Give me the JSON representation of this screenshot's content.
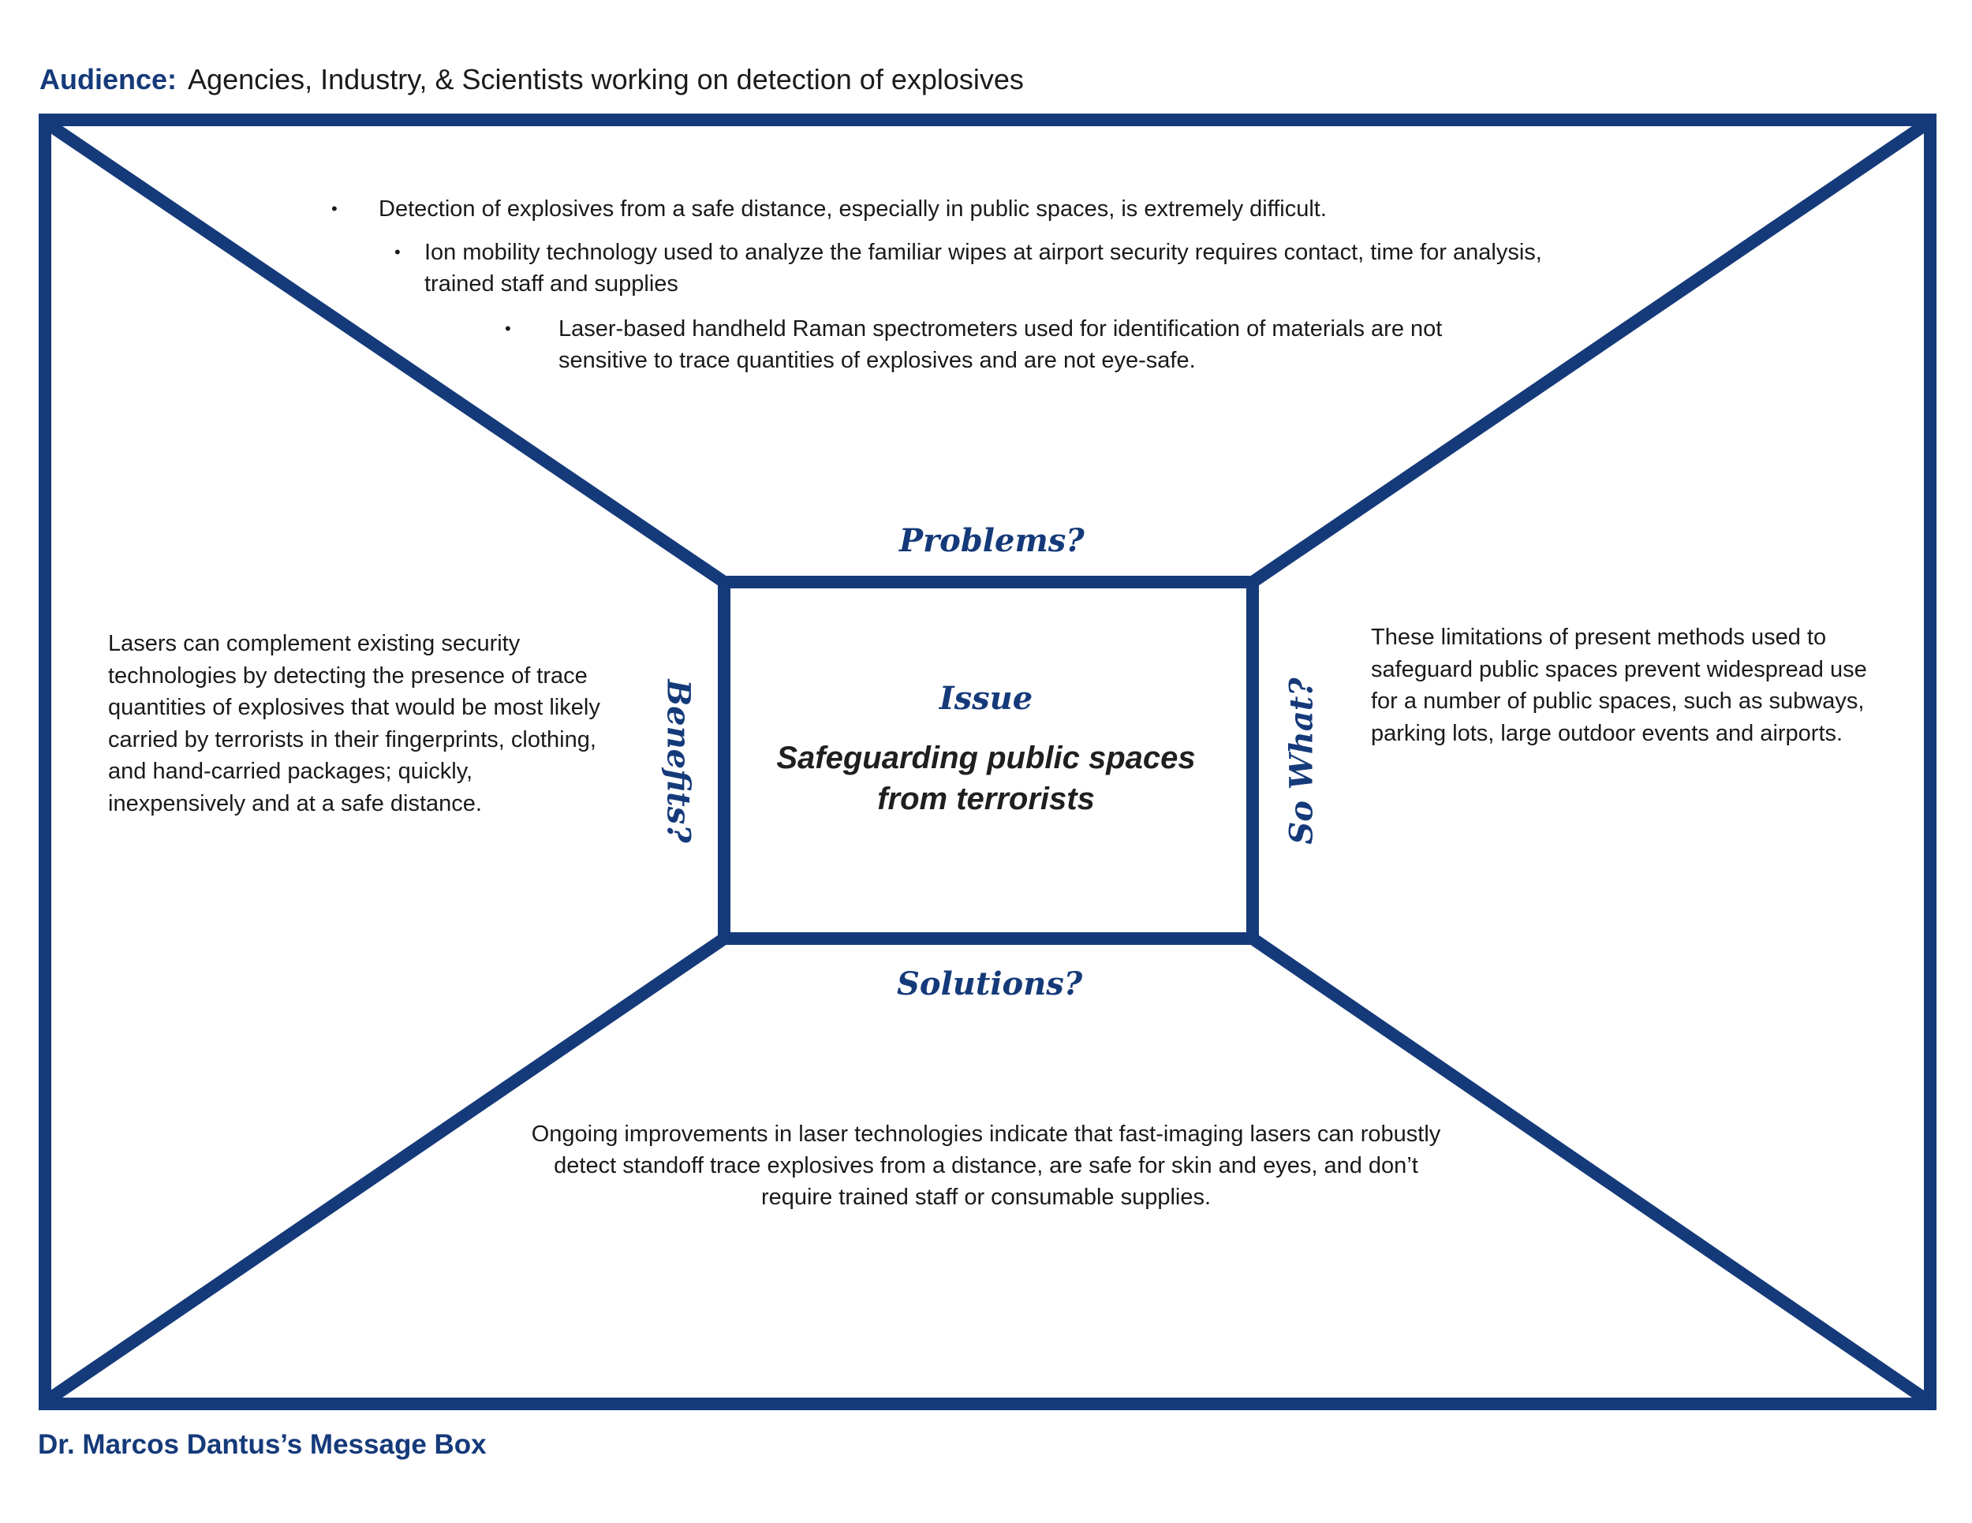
{
  "audience": {
    "label": "Audience:",
    "text": "Agencies, Industry, & Scientists working on detection of explosives"
  },
  "problems": {
    "heading": "Problems?",
    "bullets": [
      "Detection of explosives from a safe distance, especially in public spaces, is extremely difficult.",
      "Ion mobility technology used to analyze the familiar wipes at airport security requires contact, time for analysis, trained staff and supplies",
      "Laser-based handheld Raman spectrometers used for identification of materials are not sensitive to trace quantities of explosives and are not eye-safe."
    ]
  },
  "issue": {
    "title": "Issue",
    "text": "Safeguarding public spaces from terrorists"
  },
  "benefits": {
    "heading": "Benefits?",
    "text": "Lasers can complement existing security technologies by detecting the presence of trace quantities of explosives that would be most likely carried by terrorists in their fingerprints, clothing, and hand-carried packages; quickly, inexpensively and at a safe distance."
  },
  "so_what": {
    "heading": "So What?",
    "text": "These limitations of present methods used to safeguard public spaces prevent widespread use for a number of public spaces, such as subways, parking lots, large outdoor events and airports."
  },
  "solutions": {
    "heading": "Solutions?",
    "text": "Ongoing improvements in laser technologies indicate that fast-imaging lasers can robustly detect standoff trace explosives from a distance, are safe for skin and eyes, and don’t require trained staff or consumable supplies."
  },
  "footer": "Dr. Marcos Dantus’s Message Box",
  "colors": {
    "frame": "#153a7a",
    "heading": "#153a7a"
  }
}
